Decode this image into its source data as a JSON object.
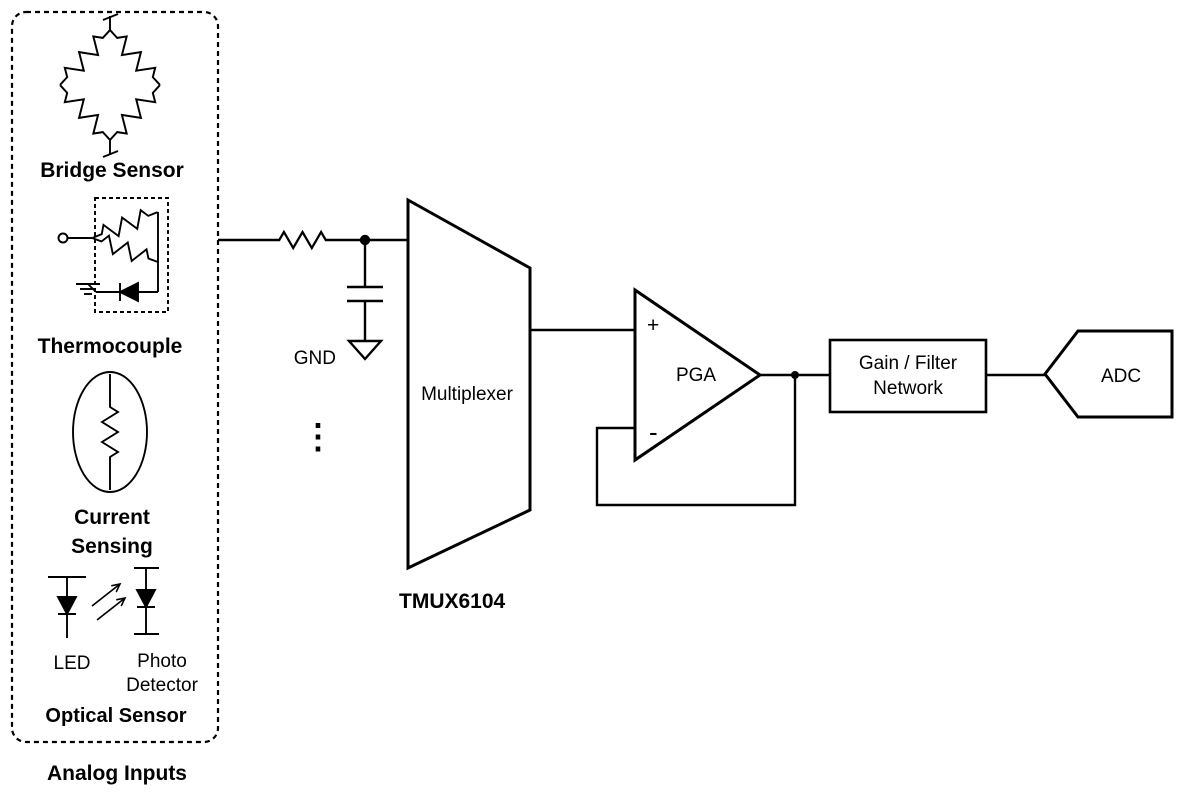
{
  "diagram": {
    "analog_inputs": {
      "title": "Analog Inputs",
      "bridge_sensor": "Bridge Sensor",
      "thermocouple": "Thermocouple",
      "current_sensing_line1": "Current",
      "current_sensing_line2": "Sensing",
      "led": "LED",
      "photo_detector_line1": "Photo",
      "photo_detector_line2": "Detector",
      "optical_sensor": "Optical Sensor"
    },
    "gnd": "GND",
    "continuation_dots": "⋮",
    "multiplexer_label": "Multiplexer",
    "multiplexer_part": "TMUX6104",
    "pga": {
      "plus": "+",
      "minus": "-",
      "label": "PGA"
    },
    "gain_filter_line1": "Gain / Filter",
    "gain_filter_line2": "Network",
    "adc": "ADC",
    "colors": {
      "stroke": "#000000",
      "background": "#ffffff"
    }
  }
}
